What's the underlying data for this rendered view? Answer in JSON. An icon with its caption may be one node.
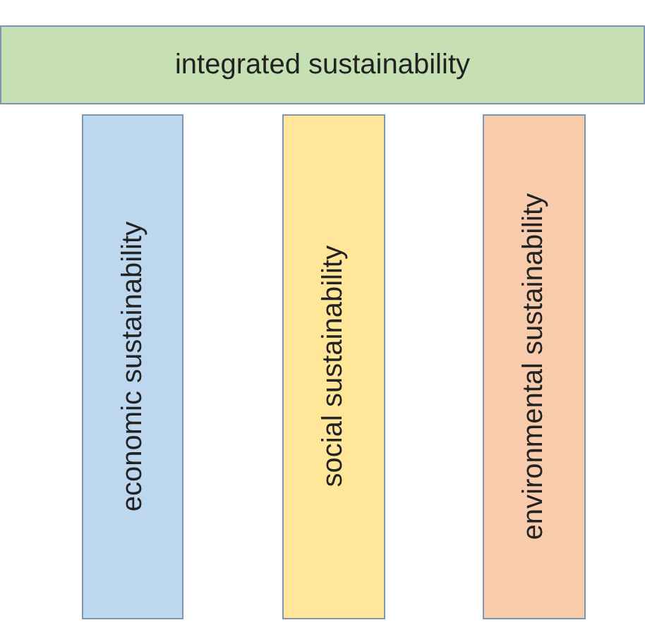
{
  "diagram": {
    "nodes": [
      {
        "text": [
          "integrated sustainability"
        ]
      },
      {
        "text": [
          "economic sustainability"
        ]
      },
      {
        "text": [
          "social sustainability"
        ]
      },
      {
        "text": [
          "environmental sustainability"
        ]
      }
    ]
  }
}
